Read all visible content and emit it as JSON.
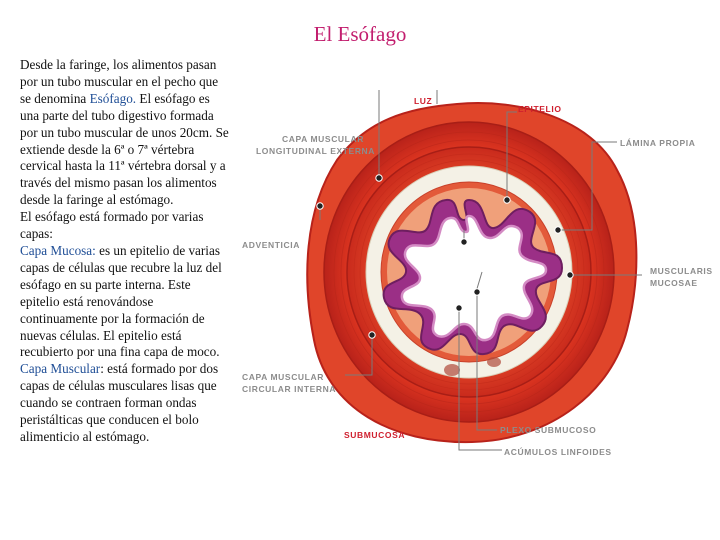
{
  "title": "El Esófago",
  "text": {
    "p1_a": "Desde la faringe, los alimentos pasan por un tubo muscular en el pecho que se denomina ",
    "p1_hl": "Esófago.",
    "p1_b": " El esófago es una parte del tubo digestivo formada por un tubo muscular de unos 20cm. Se extiende desde la 6ª o 7ª vértebra cervical hasta la 11ª vértebra dorsal y a través del mismo pasan los alimentos desde la faringe al estómago.",
    "p2": "El esófago está formado por varias capas:",
    "p3_hl": "Capa Mucosa:",
    "p3_b": " es un epitelio  de varias capas de células que recubre la luz del esófago en su parte interna. Este epitelio está renovándose continuamente por la formación de nuevas células. El epitelio está recubierto por una fina capa de moco.",
    "p4_hl": "Capa Muscular",
    "p4_b": ": está formado por dos capas de células musculares lisas que cuando se contraen forman ondas peristálticas que conducen el bolo alimenticio al estómago."
  },
  "diagram": {
    "labels": {
      "luz": "LUZ",
      "epitelio": "EPITELIO",
      "capa_long_1": "CAPA MUSCULAR",
      "capa_long_2": "LONGITUDINAL EXTERNA",
      "lamina": "LÁMINA PROPIA",
      "adventicia": "ADVENTICIA",
      "muscularis_1": "MUSCULARIS",
      "muscularis_2": "MUCOSAE",
      "capa_circ_1": "CAPA MUSCULAR",
      "capa_circ_2": "CIRCULAR INTERNA",
      "plexo": "PLEXO SUBMUCOSO",
      "submucosa": "SUBMUCOSA",
      "acumulos": "ACÚMULOS LINFOIDES"
    }
  },
  "colors": {
    "title": "#c21e6e",
    "highlight": "#1f4e96",
    "label_gray": "#8c8c8c",
    "label_red": "#cf1f2e",
    "muscle_outer": "#d8321f",
    "muscle_inner": "#e64a2a",
    "submucosa": "#f2f0e4",
    "mucosa": "#b33a88",
    "lumen": "#ffffff"
  }
}
